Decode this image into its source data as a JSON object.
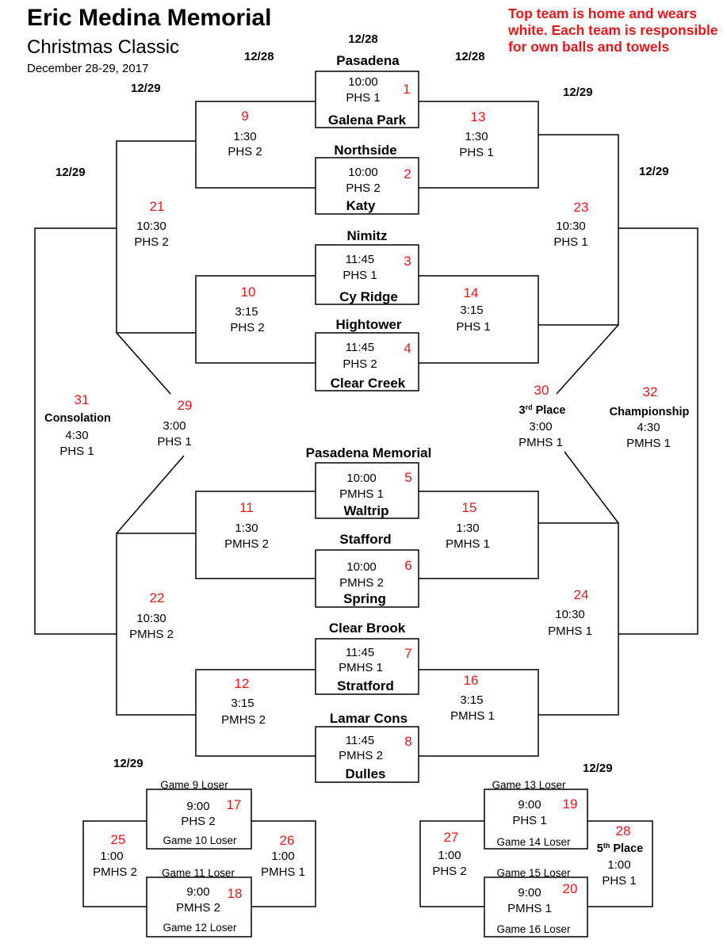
{
  "header": {
    "title": "Eric Medina Memorial",
    "subtitle": "Christmas Classic",
    "dates": "December 28-29, 2017",
    "note": "Top team is home and wears white. Each team is responsible for own balls and towels"
  },
  "round_dates": {
    "first_round": "12/28",
    "left_second_round": "12/28",
    "right_second_round": "12/28",
    "left_quarter": "12/29",
    "right_quarter": "12/29",
    "left_outer": "12/29",
    "right_outer": "12/29",
    "consolation_left": "12/29",
    "consolation_right": "12/29"
  },
  "teams": [
    "Pasadena",
    "Galena Park",
    "Northside",
    "Katy",
    "Nimitz",
    "Cy Ridge",
    "Hightower",
    "Clear Creek",
    "Pasadena Memorial",
    "Waltrip",
    "Stafford",
    "Spring",
    "Clear Brook",
    "Stratford",
    "Lamar Cons",
    "Dulles"
  ],
  "games": {
    "g1": {
      "num": "1",
      "time": "10:00",
      "loc": "PHS 1"
    },
    "g2": {
      "num": "2",
      "time": "10:00",
      "loc": "PHS 2"
    },
    "g3": {
      "num": "3",
      "time": "11:45",
      "loc": "PHS 1"
    },
    "g4": {
      "num": "4",
      "time": "11:45",
      "loc": "PHS 2"
    },
    "g5": {
      "num": "5",
      "time": "10:00",
      "loc": "PMHS 1"
    },
    "g6": {
      "num": "6",
      "time": "10:00",
      "loc": "PMHS 2"
    },
    "g7": {
      "num": "7",
      "time": "11:45",
      "loc": "PMHS 1"
    },
    "g8": {
      "num": "8",
      "time": "11:45",
      "loc": "PMHS 2"
    },
    "g9": {
      "num": "9",
      "time": "1:30",
      "loc": "PHS 2"
    },
    "g10": {
      "num": "10",
      "time": "3:15",
      "loc": "PHS 2"
    },
    "g11": {
      "num": "11",
      "time": "1:30",
      "loc": "PMHS 2"
    },
    "g12": {
      "num": "12",
      "time": "3:15",
      "loc": "PMHS 2"
    },
    "g13": {
      "num": "13",
      "time": "1:30",
      "loc": "PHS 1"
    },
    "g14": {
      "num": "14",
      "time": "3:15",
      "loc": "PHS 1"
    },
    "g15": {
      "num": "15",
      "time": "1:30",
      "loc": "PMHS 1"
    },
    "g16": {
      "num": "16",
      "time": "3:15",
      "loc": "PMHS 1"
    },
    "g17": {
      "num": "17",
      "time": "9:00",
      "loc": "PHS 2"
    },
    "g18": {
      "num": "18",
      "time": "9:00",
      "loc": "PMHS 2"
    },
    "g19": {
      "num": "19",
      "time": "9:00",
      "loc": "PHS 1"
    },
    "g20": {
      "num": "20",
      "time": "9:00",
      "loc": "PMHS 1"
    },
    "g21": {
      "num": "21",
      "time": "10:30",
      "loc": "PHS 2"
    },
    "g22": {
      "num": "22",
      "time": "10:30",
      "loc": "PMHS 2"
    },
    "g23": {
      "num": "23",
      "time": "10:30",
      "loc": "PHS 1"
    },
    "g24": {
      "num": "24",
      "time": "10:30",
      "loc": "PMHS 1"
    },
    "g25": {
      "num": "25",
      "time": "1:00",
      "loc": "PMHS 2"
    },
    "g26": {
      "num": "26",
      "time": "1:00",
      "loc": "PMHS 1"
    },
    "g27": {
      "num": "27",
      "time": "1:00",
      "loc": "PHS 2"
    },
    "g28": {
      "num": "28",
      "label_main": "5",
      "label_sup": "th",
      "label_rest": " Place",
      "time": "1:00",
      "loc": "PHS 1"
    },
    "g29": {
      "num": "29",
      "time": "3:00",
      "loc": "PHS 1"
    },
    "g30": {
      "num": "30",
      "label_main": "3",
      "label_sup": "rd",
      "label_rest": " Place",
      "time": "3:00",
      "loc": "PMHS 1"
    },
    "g31": {
      "num": "31",
      "label": "Consolation",
      "time": "4:30",
      "loc": "PHS 1"
    },
    "g32": {
      "num": "32",
      "label": "Championship",
      "time": "4:30",
      "loc": "PMHS 1"
    }
  },
  "losers": {
    "l9": "Game 9 Loser",
    "l10": "Game 10 Loser",
    "l11": "Game 11 Loser",
    "l12": "Game 12 Loser",
    "l13": "Game 13 Loser",
    "l14": "Game 14 Loser",
    "l15": "Game 15 Loser",
    "l16": "Game 16 Loser"
  }
}
